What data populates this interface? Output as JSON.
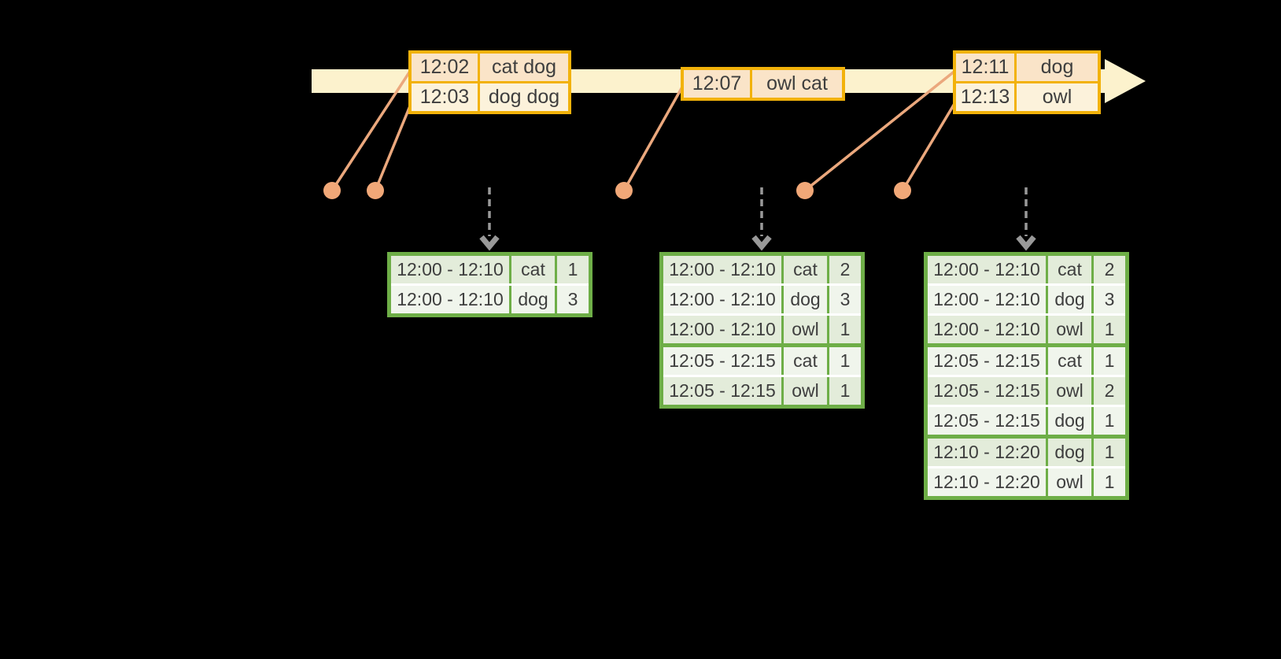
{
  "colors": {
    "background": "#000000",
    "timeline_cream": "#FCF2CD",
    "gold": "#F2B20A",
    "event_peach": "#FAE4C8",
    "event_cream": "#FCF2DB",
    "green": "#6EAE47",
    "sage_dark": "#E3ECDA",
    "sage_light": "#F0F5EC",
    "separator_white": "#FFFFFF",
    "dot_orange": "#F1A878",
    "connector_orange": "#EBA87D",
    "arrow_gray": "#999999",
    "text": "#3E3E3E"
  },
  "icons": {
    "timeline_arrow": "right-arrow",
    "event_dot": "filled-circle",
    "trigger_arrow": "dashed-down-chevron-arrow"
  },
  "event_tables": [
    {
      "rows": [
        {
          "time": "12:02",
          "words": "cat dog"
        },
        {
          "time": "12:03",
          "words": "dog dog"
        }
      ]
    },
    {
      "rows": [
        {
          "time": "12:07",
          "words": "owl cat"
        }
      ]
    },
    {
      "rows": [
        {
          "time": "12:11",
          "words": "dog"
        },
        {
          "time": "12:13",
          "words": "owl"
        }
      ]
    }
  ],
  "result_tables": [
    {
      "groups": [
        [
          {
            "window": "12:00 - 12:10",
            "word": "cat",
            "count": "1"
          },
          {
            "window": "12:00 - 12:10",
            "word": "dog",
            "count": "3"
          }
        ]
      ]
    },
    {
      "groups": [
        [
          {
            "window": "12:00 - 12:10",
            "word": "cat",
            "count": "2"
          },
          {
            "window": "12:00 - 12:10",
            "word": "dog",
            "count": "3"
          },
          {
            "window": "12:00 - 12:10",
            "word": "owl",
            "count": "1"
          }
        ],
        [
          {
            "window": "12:05 - 12:15",
            "word": "cat",
            "count": "1"
          },
          {
            "window": "12:05 - 12:15",
            "word": "owl",
            "count": "1"
          }
        ]
      ]
    },
    {
      "groups": [
        [
          {
            "window": "12:00 - 12:10",
            "word": "cat",
            "count": "2"
          },
          {
            "window": "12:00 - 12:10",
            "word": "dog",
            "count": "3"
          },
          {
            "window": "12:00 - 12:10",
            "word": "owl",
            "count": "1"
          }
        ],
        [
          {
            "window": "12:05 - 12:15",
            "word": "cat",
            "count": "1"
          },
          {
            "window": "12:05 - 12:15",
            "word": "owl",
            "count": "2"
          },
          {
            "window": "12:05 - 12:15",
            "word": "dog",
            "count": "1"
          }
        ],
        [
          {
            "window": "12:10 - 12:20",
            "word": "dog",
            "count": "1"
          },
          {
            "window": "12:10 - 12:20",
            "word": "owl",
            "count": "1"
          }
        ]
      ]
    }
  ]
}
